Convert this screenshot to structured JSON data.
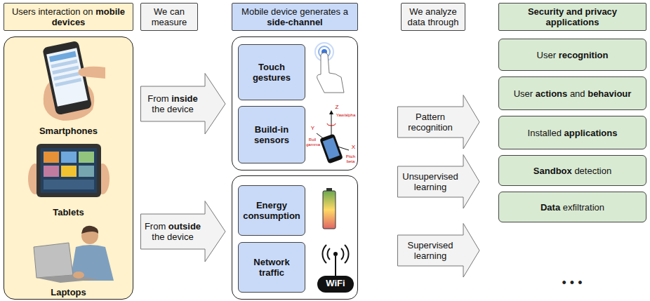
{
  "diagram": {
    "nodes": [
      {
        "text": [
          "Users interaction on mobile devices"
        ]
      },
      {
        "text": [
          "We can measure"
        ]
      },
      {
        "text": [
          "Mobile device generates a side-channel"
        ]
      },
      {
        "text": [
          "We analyze data through"
        ]
      },
      {
        "text": [
          "Security and privacy applications"
        ]
      },
      {
        "text": [
          "Smartphones",
          "Tablets",
          "Laptops"
        ]
      },
      {
        "text": [
          "From inside the device"
        ]
      },
      {
        "text": []
      },
      {
        "text": [
          "Touch gestures"
        ],
        "in": 7
      },
      {
        "text": [
          "Build-in sensors"
        ],
        "in": 7
      },
      {
        "text": [
          "From outside the device"
        ]
      },
      {
        "text": []
      },
      {
        "text": [
          "Energy consumption"
        ],
        "in": 11
      },
      {
        "text": [
          "Network traffic"
        ],
        "in": 11
      },
      {
        "text": [
          "Pattern recognition"
        ]
      },
      {
        "text": [
          "Unsupervised learning"
        ]
      },
      {
        "text": [
          "Supervised learning"
        ]
      },
      {
        "text": [
          "User recognition"
        ]
      },
      {
        "text": [
          "User actions and behaviour"
        ]
      },
      {
        "text": [
          "Installed applications"
        ]
      },
      {
        "text": [
          "Sandbox detection"
        ]
      },
      {
        "text": [
          "Data exfiltration"
        ]
      }
    ],
    "labels": [
      "Z",
      "Y",
      "X",
      "Yaw/alpha",
      "Roll gamma",
      "Pitch beta",
      "WiFi",
      "• • •"
    ]
  }
}
